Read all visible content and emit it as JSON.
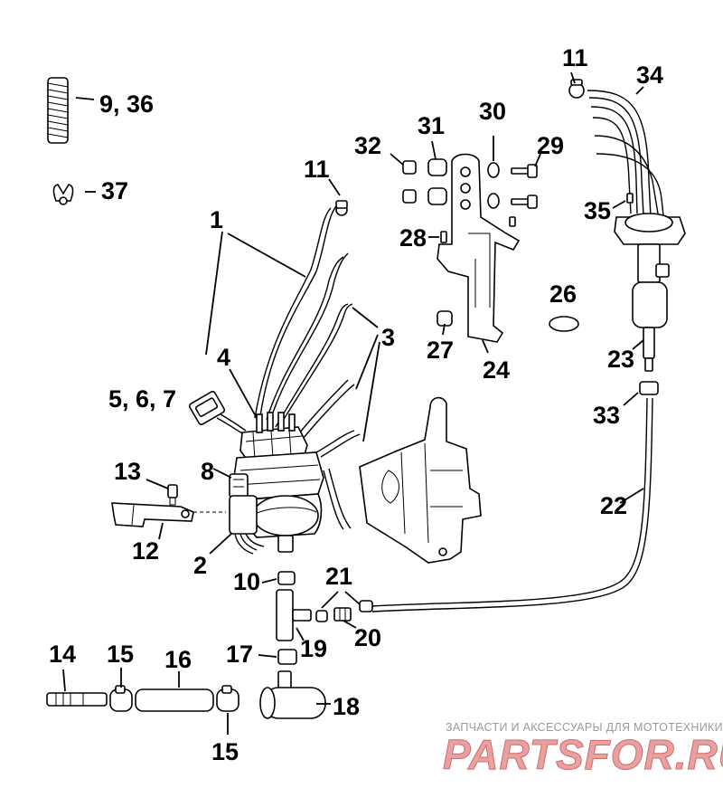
{
  "labels": {
    "l11a": "11",
    "l34": "34",
    "l9_36": "9, 36",
    "l31": "31",
    "l30": "30",
    "l32": "32",
    "l29": "29",
    "l37": "37",
    "l11b": "11",
    "l35": "35",
    "l1": "1",
    "l28": "28",
    "l26": "26",
    "l3": "3",
    "l4": "4",
    "l27": "27",
    "l24": "24",
    "l23": "23",
    "l5_6_7": "5, 6, 7",
    "l33": "33",
    "l13": "13",
    "l8": "8",
    "l22": "22",
    "l12": "12",
    "l2": "2",
    "l10": "10",
    "l21": "21",
    "l20": "20",
    "l19": "19",
    "l14": "14",
    "l15a": "15",
    "l16": "16",
    "l17": "17",
    "l18": "18",
    "l15b": "15"
  },
  "watermark": {
    "tagline": "ЗАПЧАСТИ И АКСЕССУАРЫ ДЛЯ МОТОТЕХНИКИ",
    "brand": "PARTSFOR.RU"
  },
  "colors": {
    "line": "#000000",
    "background": "#ffffff",
    "watermark_red": "#e8a0a0",
    "watermark_gray": "#9a9a9a"
  }
}
